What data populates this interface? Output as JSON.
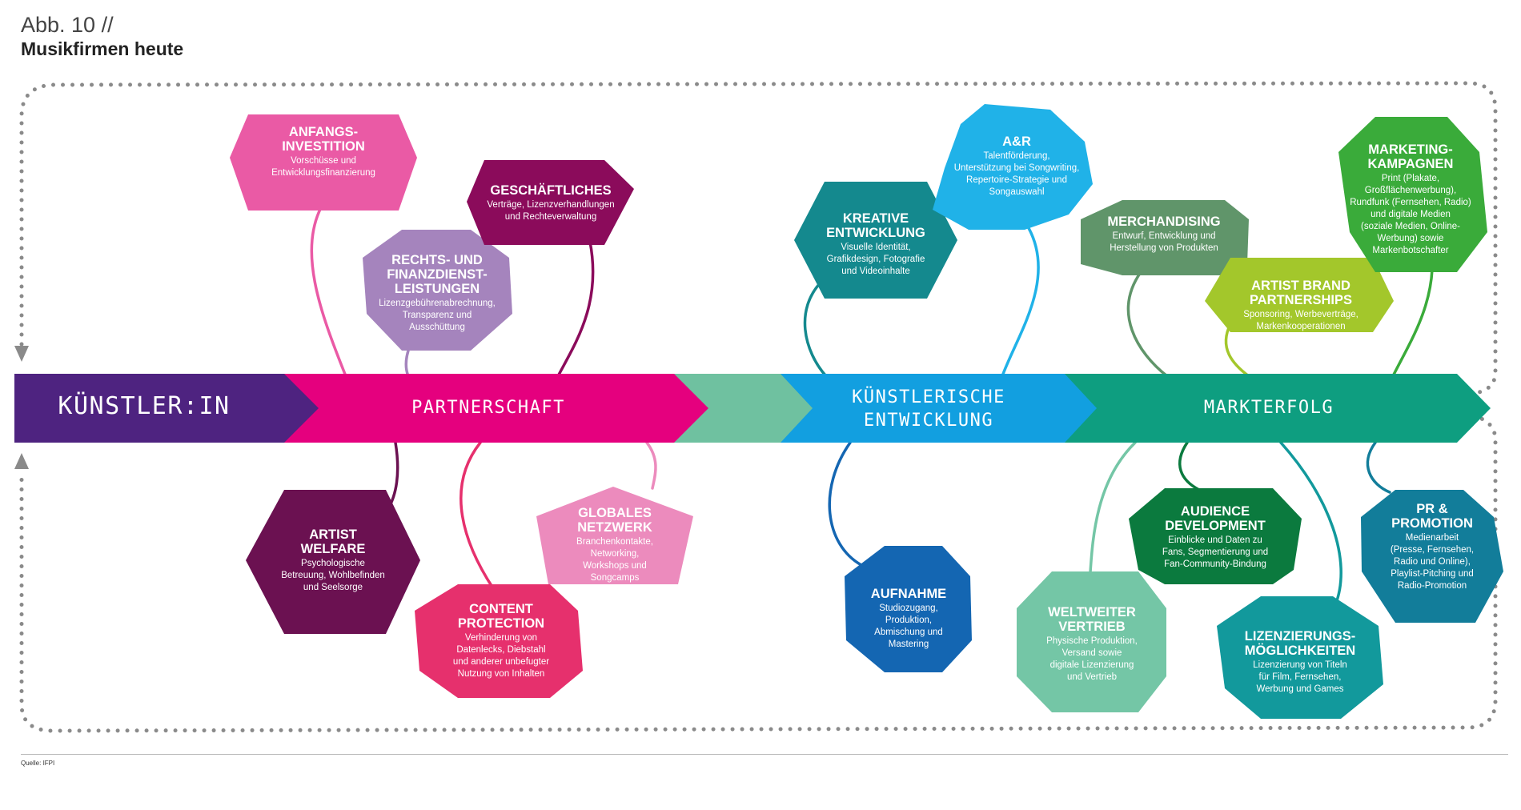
{
  "header": {
    "figure_label": "Abb. 10 //",
    "title": "Musikfirmen heute"
  },
  "source": "Quelle: IFPI",
  "band": {
    "artist": {
      "label": "KÜNSTLER:IN",
      "color": "#4e2380"
    },
    "partnership": {
      "label": "PARTNERSCHAFT",
      "color": "#e5007e"
    },
    "bridge": {
      "color": "#6fc1a0"
    },
    "artistic": {
      "label": "KÜNSTLERISCHE\nENTWICKLUNG",
      "color": "#129fe0"
    },
    "market": {
      "label": "MARKTERFOLG",
      "color": "#0e9e80"
    }
  },
  "nodes": [
    {
      "id": "anfangsinvestition",
      "title": "ANFANGS-\nINVESTITION",
      "desc": "Vorschüsse und\nEntwicklungsfinanzierung",
      "color": "#ea5aa5"
    },
    {
      "id": "rechts-finanz",
      "title": "RECHTS- UND\nFINANZDIENST-\nLEISTUNGEN",
      "desc": "Lizenzgebührenabrechnung,\nTransparenz und\nAusschüttung",
      "color": "#a584bd"
    },
    {
      "id": "geschaeftliches",
      "title": "GESCHÄFTLICHES",
      "desc": "Verträge, Lizenzverhandlungen\nund Rechteverwaltung",
      "color": "#8b0b5b"
    },
    {
      "id": "artist-welfare",
      "title": "ARTIST\nWELFARE",
      "desc": "Psychologische\nBetreuung, Wohlbefinden\nund Seelsorge",
      "color": "#6b1151"
    },
    {
      "id": "content-protection",
      "title": "CONTENT\nPROTECTION",
      "desc": "Verhinderung von\nDatenlecks, Diebstahl\nund anderer unbefugter\nNutzung von Inhalten",
      "color": "#e6306d"
    },
    {
      "id": "globales-netzwerk",
      "title": "GLOBALES\nNETZWERK",
      "desc": "Branchenkontakte,\nNetworking,\nWorkshops und\nSongcamps",
      "color": "#ec8bbd"
    },
    {
      "id": "kreative-entwicklung",
      "title": "KREATIVE\nENTWICKLUNG",
      "desc": "Visuelle Identität,\nGrafikdesign, Fotografie\nund Videoinhalte",
      "color": "#14898e"
    },
    {
      "id": "aundr",
      "title": "A&R",
      "desc": "Talentförderung,\nUnterstützung bei Songwriting,\nRepertoire-Strategie und\nSongauswahl",
      "color": "#20b2e8"
    },
    {
      "id": "aufnahme",
      "title": "AUFNAHME",
      "desc": "Studiozugang,\nProduktion,\nAbmischung und\nMastering",
      "color": "#1466b2"
    },
    {
      "id": "merchandising",
      "title": "MERCHANDISING",
      "desc": "Entwurf, Entwicklung und\nHerstellung von Produkten",
      "color": "#60956a"
    },
    {
      "id": "artist-brand",
      "title": "ARTIST BRAND\nPARTNERSHIPS",
      "desc": "Sponsoring, Werbeverträge,\nMarkenkooperationen",
      "color": "#a3c72b"
    },
    {
      "id": "marketing",
      "title": "MARKETING-\nKAMPAGNEN",
      "desc": "Print (Plakate,\nGroßflächenwerbung),\nRundfunk (Fernsehen, Radio)\nund digitale Medien\n(soziale Medien, Online-\nWerbung) sowie\nMarkenbotschafter",
      "color": "#3aab3a"
    },
    {
      "id": "audience",
      "title": "AUDIENCE\nDEVELOPMENT",
      "desc": "Einblicke und Daten zu\nFans, Segmentierung und\nFan-Community-Bindung",
      "color": "#0b7a3e"
    },
    {
      "id": "vertrieb",
      "title": "WELTWEITER\nVERTRIEB",
      "desc": "Physische Produktion,\nVersand sowie\ndigitale Lizenzierung\nund Vertrieb",
      "color": "#74c6a6"
    },
    {
      "id": "lizenzierung",
      "title": "LIZENZIERUNGS-\nMÖGLICHKEITEN",
      "desc": "Lizenzierung von Titeln\nfür Film, Fernsehen,\nWerbung und Games",
      "color": "#12999c"
    },
    {
      "id": "pr",
      "title": "PR &\nPROMOTION",
      "desc": "Medienarbeit\n(Presse, Fernsehen,\nRadio und Online),\nPlaylist-Pitching und\nRadio-Promotion",
      "color": "#127d9a"
    }
  ]
}
